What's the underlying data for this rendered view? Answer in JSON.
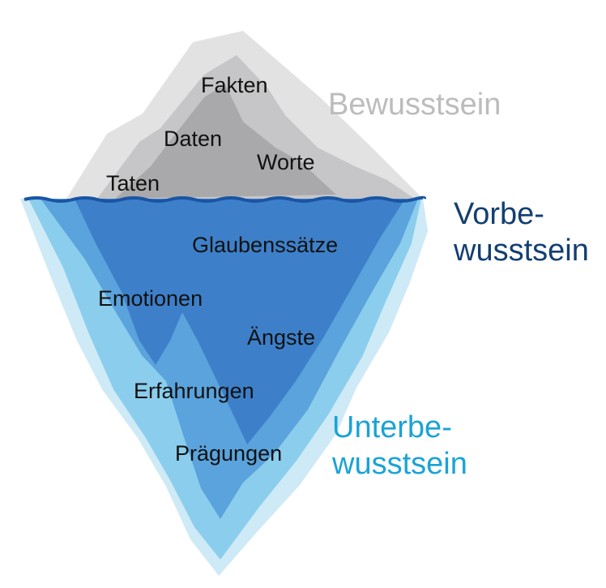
{
  "iceberg": {
    "above_water": [
      "Fakten",
      "Daten",
      "Worte",
      "Taten"
    ],
    "below_water": [
      "Glaubenssätze",
      "Emotionen",
      "Ängste",
      "Erfahrungen",
      "Prägungen"
    ]
  },
  "zones": {
    "bewusstsein": {
      "label": "Bewusstsein",
      "color": "#bcbcbc"
    },
    "vorbewusstsein": {
      "line1": "Vorbe-",
      "line2": "wusstsein",
      "color": "#123f72"
    },
    "unterbewusstsein": {
      "line1": "Unterbe-",
      "line2": "wusstsein",
      "color": "#1ba3d6"
    }
  },
  "colors": {
    "tip_back": "#e2e2e3",
    "tip_mid": "#c6c6c8",
    "tip_front": "#a9a9ab",
    "water_line": "#1a55a5",
    "ice_outer": "#cdeaf6",
    "ice_mid": "#8bcdec",
    "ice_inner": "#5aa3dc",
    "ice_core": "#3d80c9"
  }
}
